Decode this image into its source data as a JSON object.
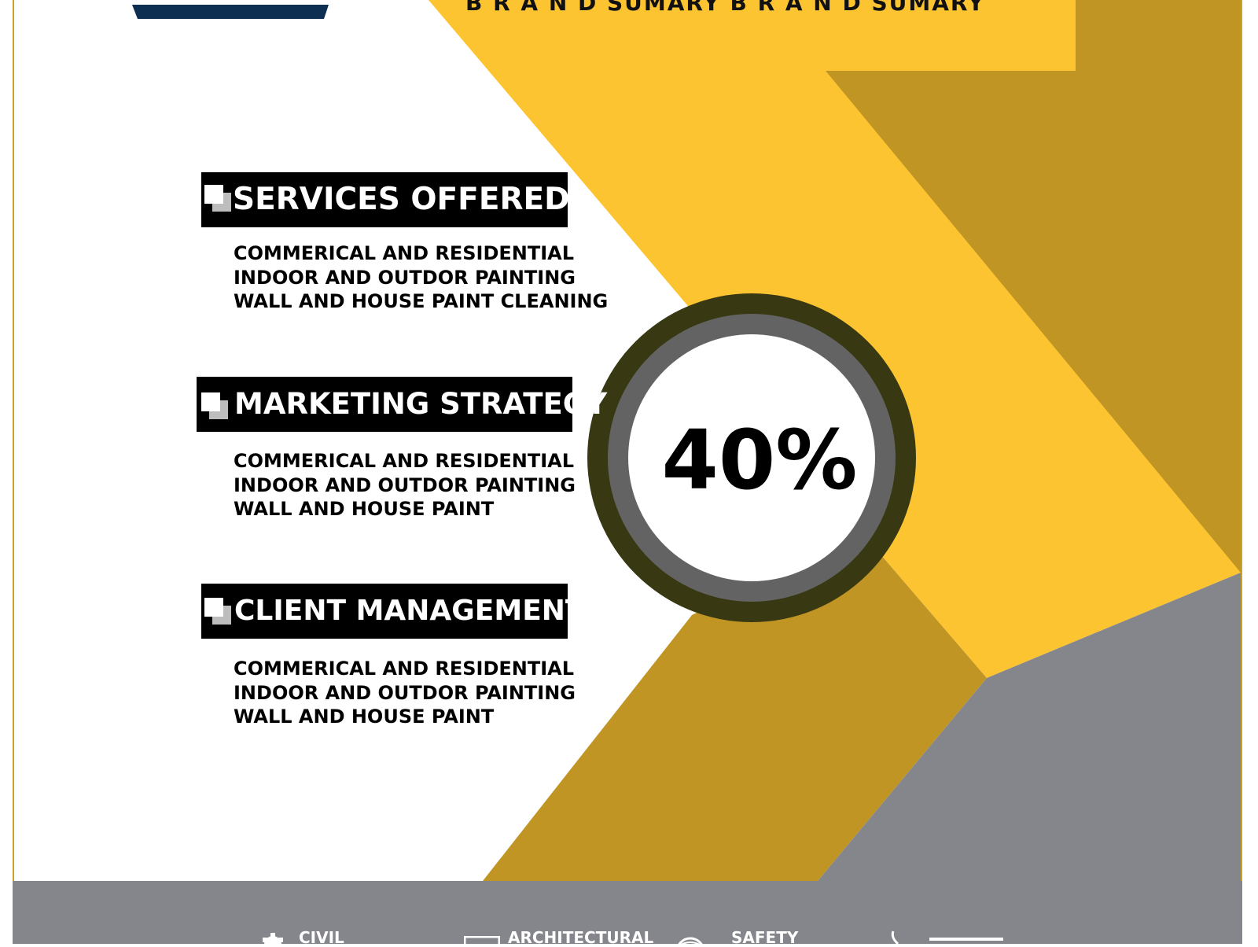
{
  "banner": {
    "text": "B R A N D SUMARY B R A N D SUMARY"
  },
  "sections": [
    {
      "title": "SERVICES OFFERED",
      "lines": [
        "COMMERICAL AND RESIDENTIAL",
        "INDOOR AND OUTDOR PAINTING",
        "WALL AND HOUSE PAINT CLEANING"
      ]
    },
    {
      "title": "MARKETING STRATEGY",
      "lines": [
        "COMMERICAL AND RESIDENTIAL",
        "INDOOR AND OUTDOR PAINTING",
        "WALL AND HOUSE PAINT"
      ]
    },
    {
      "title": "CLIENT MANAGEMENT",
      "lines": [
        "COMMERICAL AND RESIDENTIAL",
        "INDOOR AND OUTDOR PAINTING",
        "WALL AND HOUSE PAINT"
      ]
    }
  ],
  "gauge": {
    "value_label": "40%"
  },
  "footer": {
    "items": [
      {
        "label": "CIVIL",
        "icon": "gear-icon"
      },
      {
        "label": "ARCHITECTURAL",
        "icon": "monitor-icon"
      },
      {
        "label": "SAFETY",
        "icon": "globe-icon"
      },
      {
        "label": "",
        "icon": "phone-icon"
      }
    ]
  },
  "colors": {
    "yellow": "#fcc431",
    "dark_gold": "#c09524",
    "gray": "#85868c",
    "navy": "#0d2f52",
    "ring_outer": "#383813",
    "ring_inner": "#636363"
  }
}
